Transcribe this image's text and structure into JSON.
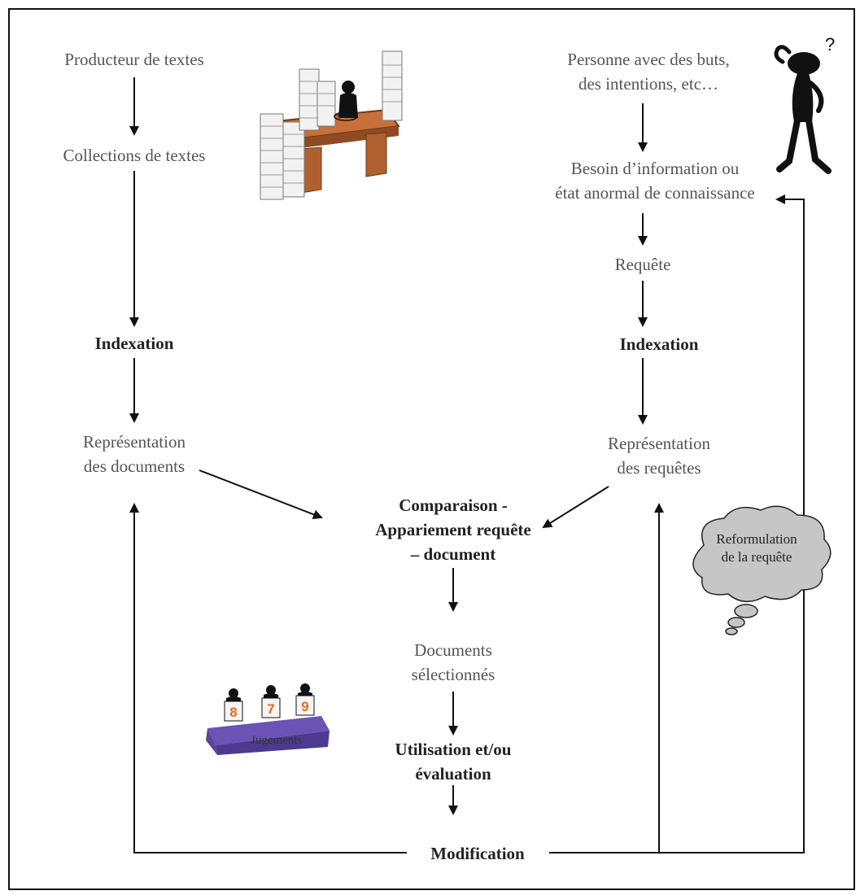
{
  "left_column": {
    "producer": "Producteur de textes",
    "collections": "Collections de textes",
    "indexation": "Indexation",
    "representation_line1": "Représentation",
    "representation_line2": "des documents"
  },
  "right_column": {
    "person_line1": "Personne avec des buts,",
    "person_line2": "des intentions, etc…",
    "need_line1": "Besoin d’information ou",
    "need_line2": "état anormal de connaissance",
    "query": "Requête",
    "indexation": "Indexation",
    "representation_line1": "Représentation",
    "representation_line2": "des requêtes"
  },
  "center_column": {
    "comparison_line1": "Comparaison -",
    "comparison_line2": "Appariement requête",
    "comparison_line3": "– document",
    "selected_line1": "Documents",
    "selected_line2": "sélectionnés",
    "usage_line1": "Utilisation et/ou",
    "usage_line2": "évaluation",
    "modification": "Modification"
  },
  "cloud": {
    "line1": "Reformulation",
    "line2": "de la requête"
  },
  "illustrations": {
    "judges_caption": "Jugements",
    "score_cards": [
      "8",
      "7",
      "9"
    ],
    "question_mark": "?"
  },
  "colors": {
    "cloud_fill": "#c6c6c6",
    "desk_fill": "#c8703a",
    "table_fill": "#6a53b5",
    "score_color": "#e8691e"
  }
}
